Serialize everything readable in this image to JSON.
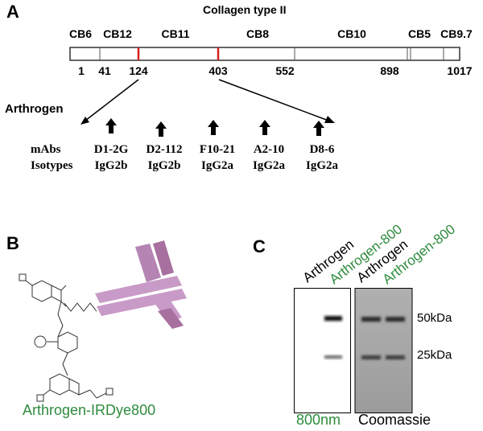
{
  "panel_a": {
    "label": "A",
    "title": "Collagen type II",
    "cb_fragments": [
      {
        "name": "CB6"
      },
      {
        "name": "CB12"
      },
      {
        "name": "CB11"
      },
      {
        "name": "CB8"
      },
      {
        "name": "CB10"
      },
      {
        "name": "CB5"
      },
      {
        "name": "CB9.7"
      }
    ],
    "positions": [
      "1",
      "41",
      "124",
      "403",
      "552",
      "898",
      "1017"
    ],
    "epitope_marks": [
      "124",
      "403"
    ],
    "subtitle": "Arthrogen",
    "row_labels": {
      "mabs": "mAbs",
      "isotypes": "Isotypes"
    },
    "antibodies": [
      {
        "mab": "D1-2G",
        "isotype": "IgG2b"
      },
      {
        "mab": "D2-112",
        "isotype": "IgG2b"
      },
      {
        "mab": "F10-21",
        "isotype": "IgG2a"
      },
      {
        "mab": "A2-10",
        "isotype": "IgG2a"
      },
      {
        "mab": "D8-6",
        "isotype": "IgG2a"
      }
    ],
    "colors": {
      "epitope_mark": "#d42020",
      "bar": "#000000"
    }
  },
  "panel_b": {
    "label": "B",
    "caption": "Arthrogen-IRDye800",
    "colors": {
      "antibody": "#c89ac7",
      "antibody_dark": "#a8709f",
      "caption": "#2e8b3d"
    }
  },
  "panel_c": {
    "label": "C",
    "lanes_left": [
      "Arthrogen",
      "Arthrogen-800"
    ],
    "lanes_right": [
      "Arthrogen",
      "Arthrogen-800"
    ],
    "markers": [
      "50kDa",
      "25kDa"
    ],
    "captions": {
      "left": "800nm",
      "right": "Coomassie"
    },
    "colors": {
      "green": "#2e8b3d",
      "gel": "#a9a9a9"
    }
  }
}
